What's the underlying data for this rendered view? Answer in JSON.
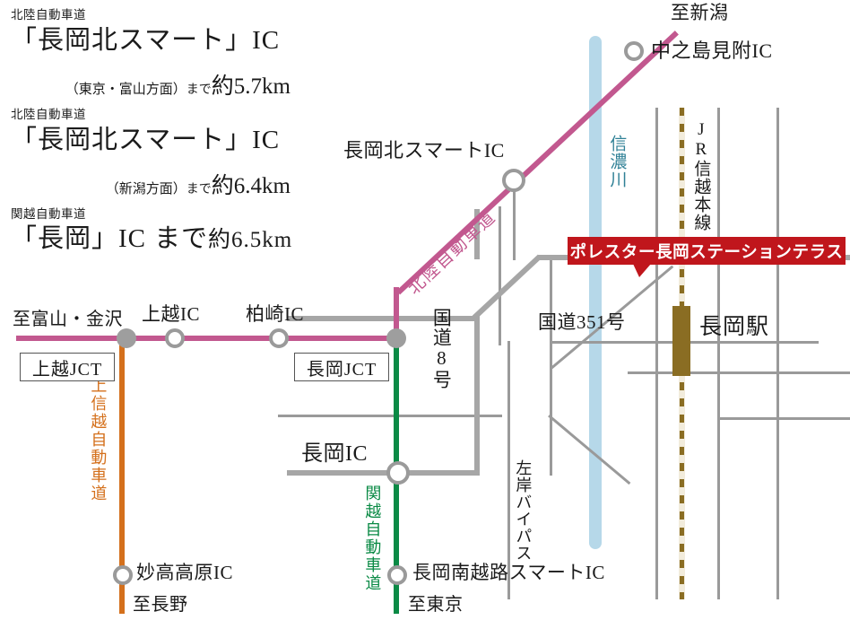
{
  "access_info": [
    {
      "road": "北陸自動車道",
      "ic": "「長岡北スマート」IC",
      "direction": "（東京・富山方面）",
      "made": "まで",
      "approx": "約",
      "distance": "5.7km"
    },
    {
      "road": "北陸自動車道",
      "ic": "「長岡北スマート」IC",
      "direction": "（新潟方面）",
      "made": "まで",
      "approx": "約",
      "distance": "6.4km"
    },
    {
      "road": "関越自動車道",
      "ic": "「長岡」IC",
      "direction": "",
      "made": "まで",
      "approx": "約",
      "distance": "6.5km"
    }
  ],
  "property": {
    "banner_label": "ポレスター長岡ステーションテラス"
  },
  "map": {
    "destinations": {
      "niigata": "至新潟",
      "toyama_kanazawa": "至富山・金沢",
      "nagano": "至長野",
      "tokyo": "至東京"
    },
    "interchanges": [
      {
        "label": "中之島見附IC"
      },
      {
        "label": "長岡北スマートIC"
      },
      {
        "label": "上越IC"
      },
      {
        "label": "柏崎IC"
      },
      {
        "label": "長岡IC"
      },
      {
        "label": "妙高高原IC"
      },
      {
        "label": "長岡南越路スマートIC"
      }
    ],
    "junctions": [
      {
        "label": "上越JCT"
      },
      {
        "label": "長岡JCT"
      }
    ],
    "expressways": [
      {
        "label": "北陸自動車道",
        "color": "#c2588f"
      },
      {
        "label": "上信越自動車道",
        "color": "#d4701c"
      },
      {
        "label": "関越自動車道",
        "color": "#0a8a45"
      }
    ],
    "rail": {
      "label": "JR信越本線",
      "station": "長岡駅"
    },
    "river": {
      "label": "信濃川"
    },
    "roads": [
      {
        "label": "国道8号"
      },
      {
        "label": "国道351号"
      },
      {
        "label": "左岸バイパス"
      }
    ]
  },
  "colors": {
    "hokuriku": "#c2588f",
    "joshinetsu": "#d4701c",
    "kanetsu": "#0a8a45",
    "river": "#b6d8e9",
    "rail": "#8a6d23",
    "road": "#9a9a9a",
    "banner": "#c0161c"
  }
}
